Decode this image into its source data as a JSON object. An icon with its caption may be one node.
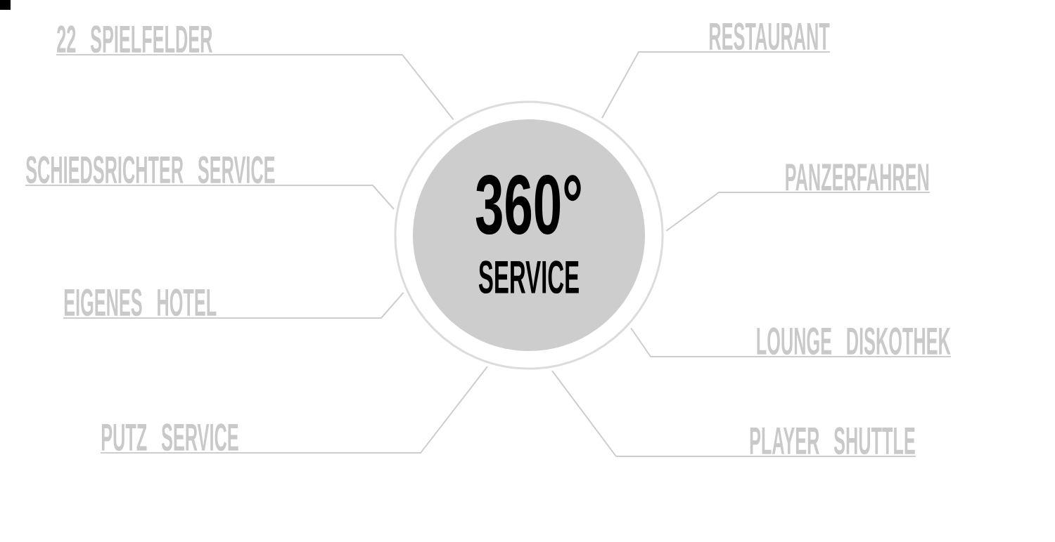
{
  "diagram": {
    "nodes": [
      {
        "text": [
          "360°",
          "SERVICE"
        ]
      },
      {
        "text": [
          "22 SPIELFELDER"
        ]
      },
      {
        "text": [
          "RESTAURANT"
        ]
      },
      {
        "text": [
          "SCHIEDSRICHTER SERVICE"
        ]
      },
      {
        "text": [
          "PANZERFAHREN"
        ]
      },
      {
        "text": [
          "EIGENES HOTEL"
        ]
      },
      {
        "text": [
          "LOUNGE DISKOTHEK"
        ]
      },
      {
        "text": [
          "PUTZ SERVICE"
        ]
      },
      {
        "text": [
          "PLAYER SHUTTLE"
        ]
      }
    ],
    "edges": [
      {
        "from": 1,
        "to": 0,
        "arrow": "none"
      },
      {
        "from": 2,
        "to": 0,
        "arrow": "none"
      },
      {
        "from": 3,
        "to": 0,
        "arrow": "none"
      },
      {
        "from": 4,
        "to": 0,
        "arrow": "none"
      },
      {
        "from": 5,
        "to": 0,
        "arrow": "none"
      },
      {
        "from": 6,
        "to": 0,
        "arrow": "none"
      },
      {
        "from": 7,
        "to": 0,
        "arrow": "none"
      },
      {
        "from": 8,
        "to": 0,
        "arrow": "none"
      }
    ]
  }
}
